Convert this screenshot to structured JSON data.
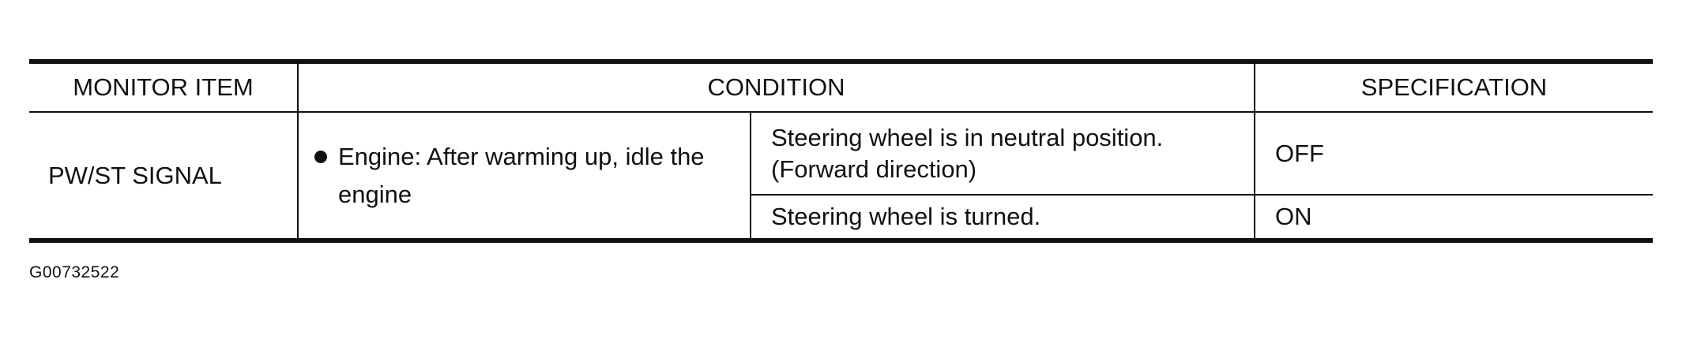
{
  "table": {
    "headers": {
      "monitor_item": "MONITOR ITEM",
      "condition": "CONDITION",
      "specification": "SPECIFICATION"
    },
    "rows": [
      {
        "monitor_item": "PW/ST SIGNAL",
        "condition": "Engine: After warming up, idle the engine",
        "sub_conditions": [
          {
            "condition": "Steering wheel is in neutral position. (Forward direction)",
            "specification": "OFF"
          },
          {
            "condition": "Steering wheel is turned.",
            "specification": "ON"
          }
        ]
      }
    ]
  },
  "figure_id": "G00732522"
}
